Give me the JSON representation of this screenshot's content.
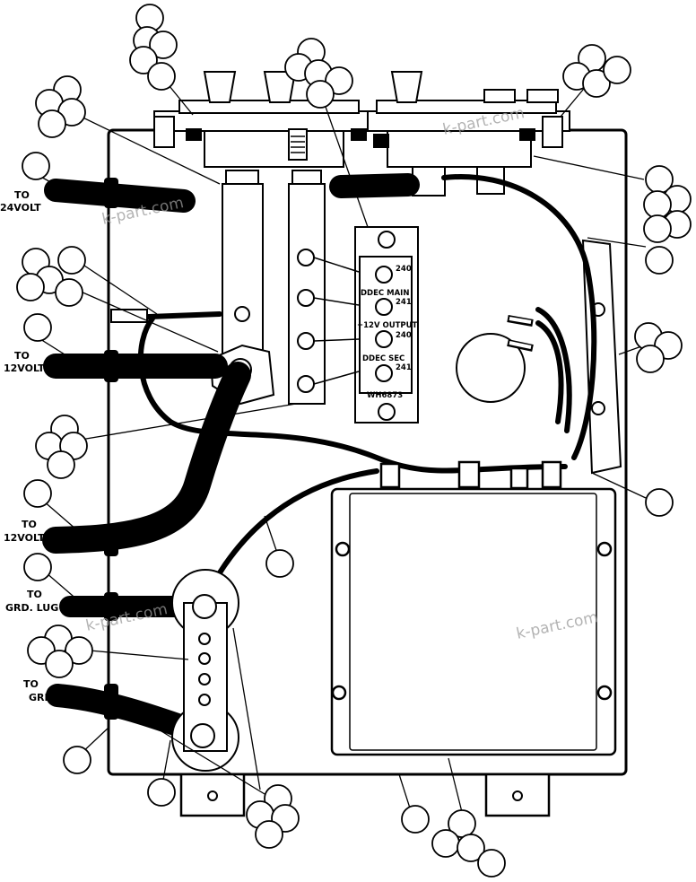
{
  "diagram": {
    "labels": {
      "to_24volt_line1": "TO",
      "to_24volt_line2": "24VOLT",
      "to_12volt_a_line1": "TO",
      "to_12volt_a_line2": "12VOLT",
      "to_12volt_b_line1": "TO",
      "to_12volt_b_line2": "12VOLT",
      "to_grd_lug_line1": "TO",
      "to_grd_lug_line2": "GRD. LUG",
      "to_grd_line1": "TO",
      "to_grd_line2": "GRD."
    },
    "terminal_block": {
      "t1": "240",
      "ddec_main": "DDEC MAIN",
      "t2": "241",
      "output": "+12V OUTPUT",
      "t3": "240",
      "ddec_sec": "DDEC SEC",
      "t4": "241",
      "part_no": "WH6873"
    },
    "watermarks": [
      "k-part.com",
      "k-part.com",
      "k-part.com",
      "k-part.com"
    ]
  }
}
